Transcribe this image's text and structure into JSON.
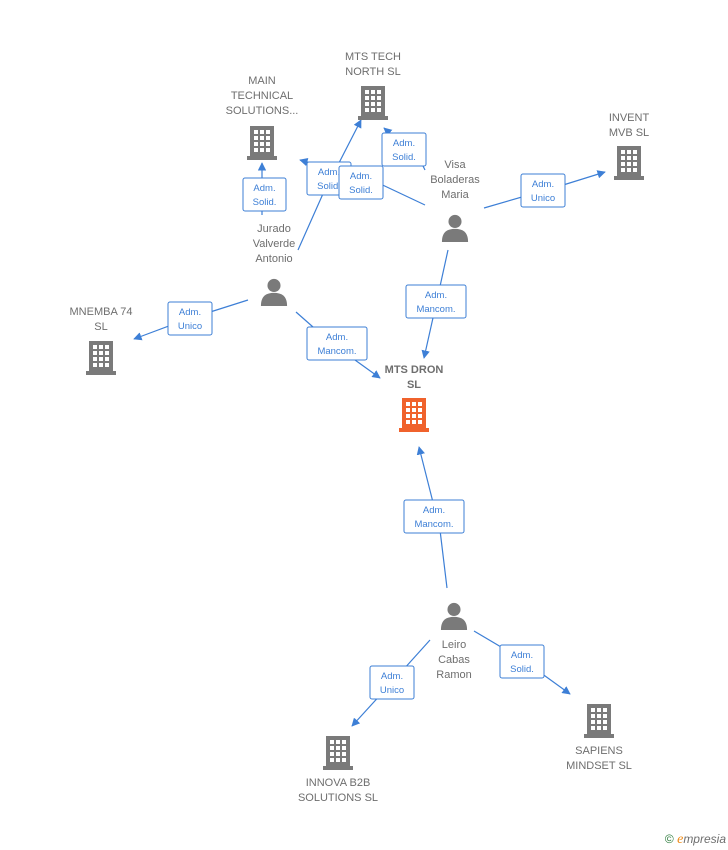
{
  "nodes": [
    {
      "id": "mts_tech",
      "type": "company",
      "lines": [
        "MTS TECH",
        "NORTH  SL"
      ]
    },
    {
      "id": "main_tech",
      "type": "company",
      "lines": [
        "MAIN",
        "TECHNICAL",
        "SOLUTIONS..."
      ]
    },
    {
      "id": "invent",
      "type": "company",
      "lines": [
        "INVENT",
        "MVB  SL"
      ]
    },
    {
      "id": "visa",
      "type": "person",
      "lines": [
        "Visa",
        "Boladeras",
        "Maria"
      ]
    },
    {
      "id": "jurado",
      "type": "person",
      "lines": [
        "Jurado",
        "Valverde",
        "Antonio"
      ]
    },
    {
      "id": "mnemba",
      "type": "company",
      "lines": [
        "MNEMBA 74",
        "SL"
      ]
    },
    {
      "id": "mts_dron",
      "type": "company-main",
      "lines": [
        "MTS DRON",
        "SL"
      ]
    },
    {
      "id": "leiro",
      "type": "person",
      "lines": [
        "Leiro",
        "Cabas",
        "Ramon"
      ]
    },
    {
      "id": "innova",
      "type": "company",
      "lines": [
        "INNOVA B2B",
        "SOLUTIONS SL"
      ]
    },
    {
      "id": "sapiens",
      "type": "company",
      "lines": [
        "SAPIENS",
        "MINDSET  SL"
      ]
    }
  ],
  "edges": [
    {
      "id": "e1",
      "lines": [
        "Adm.",
        "Solid."
      ]
    },
    {
      "id": "e2",
      "lines": [
        "Adm.",
        "Solid."
      ]
    },
    {
      "id": "e3",
      "lines": [
        "Adm.",
        "Solid."
      ]
    },
    {
      "id": "e4",
      "lines": [
        "Adm.",
        "Solid."
      ]
    },
    {
      "id": "e5",
      "lines": [
        "Adm.",
        "Unico"
      ]
    },
    {
      "id": "e6",
      "lines": [
        "Adm.",
        "Mancom."
      ]
    },
    {
      "id": "e7",
      "lines": [
        "Adm.",
        "Unico"
      ]
    },
    {
      "id": "e8",
      "lines": [
        "Adm.",
        "Mancom."
      ]
    },
    {
      "id": "e9",
      "lines": [
        "Adm.",
        "Mancom."
      ]
    },
    {
      "id": "e10",
      "lines": [
        "Adm.",
        "Unico"
      ]
    },
    {
      "id": "e11",
      "lines": [
        "Adm.",
        "Solid."
      ]
    }
  ],
  "colors": {
    "company": "#7a7a7a",
    "main_company": "#f0622c",
    "person": "#7a7a7a",
    "edge": "#3d7fd6"
  },
  "footer": {
    "copyright": "©",
    "brand_initial": "e",
    "brand_rest": "mpresia"
  }
}
